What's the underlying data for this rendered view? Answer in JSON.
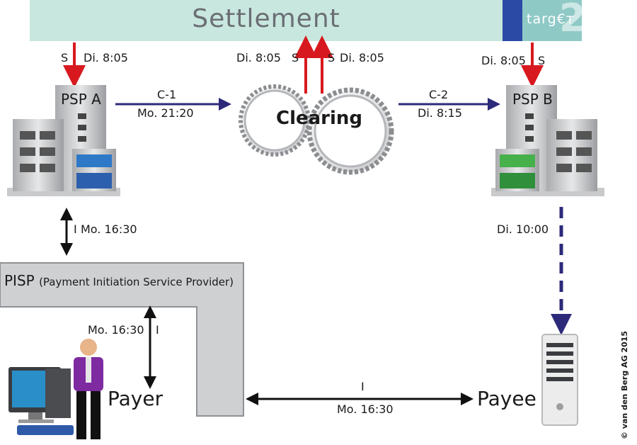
{
  "settlement": {
    "title": "Settlement",
    "logo_text": "targ€т",
    "logo_digit": "2"
  },
  "banks": {
    "psp_a": "PSP A",
    "psp_b": "PSP B"
  },
  "clearing": {
    "label": "Clearing"
  },
  "parties": {
    "payer": "Payer",
    "payee": "Payee"
  },
  "pisp": {
    "abbr": "PISP",
    "full": "(Payment Initiation Service Provider)"
  },
  "flows": {
    "psp_a_settle": {
      "code": "S",
      "time": "Di. 8:05"
    },
    "clearing_settle_left": {
      "time": "Di. 8:05",
      "code": "S"
    },
    "clearing_settle_right": {
      "code": "S",
      "time": "Di. 8:05"
    },
    "psp_b_settle": {
      "time": "Di. 8:05",
      "code": "S"
    },
    "c1": {
      "code": "C-1",
      "time": "Mo. 21:20"
    },
    "c2": {
      "code": "C-2",
      "time": "Di. 8:15"
    },
    "psp_a_pisp": {
      "code": "I",
      "time": "Mo. 16:30"
    },
    "pisp_payer": {
      "time": "Mo. 16:30",
      "code": "I"
    },
    "payer_payee": {
      "code": "I",
      "time": "Mo. 16:30"
    },
    "psp_b_payee": {
      "time": "Di. 10:00"
    }
  },
  "copyright": "© van den Berg AG 2015",
  "colors": {
    "settlement_bg": "#c8e7de",
    "settle_arrow": "#d7191f",
    "clearing_arrow": "#2d2a7a",
    "target_blue": "#2b4aa6"
  }
}
